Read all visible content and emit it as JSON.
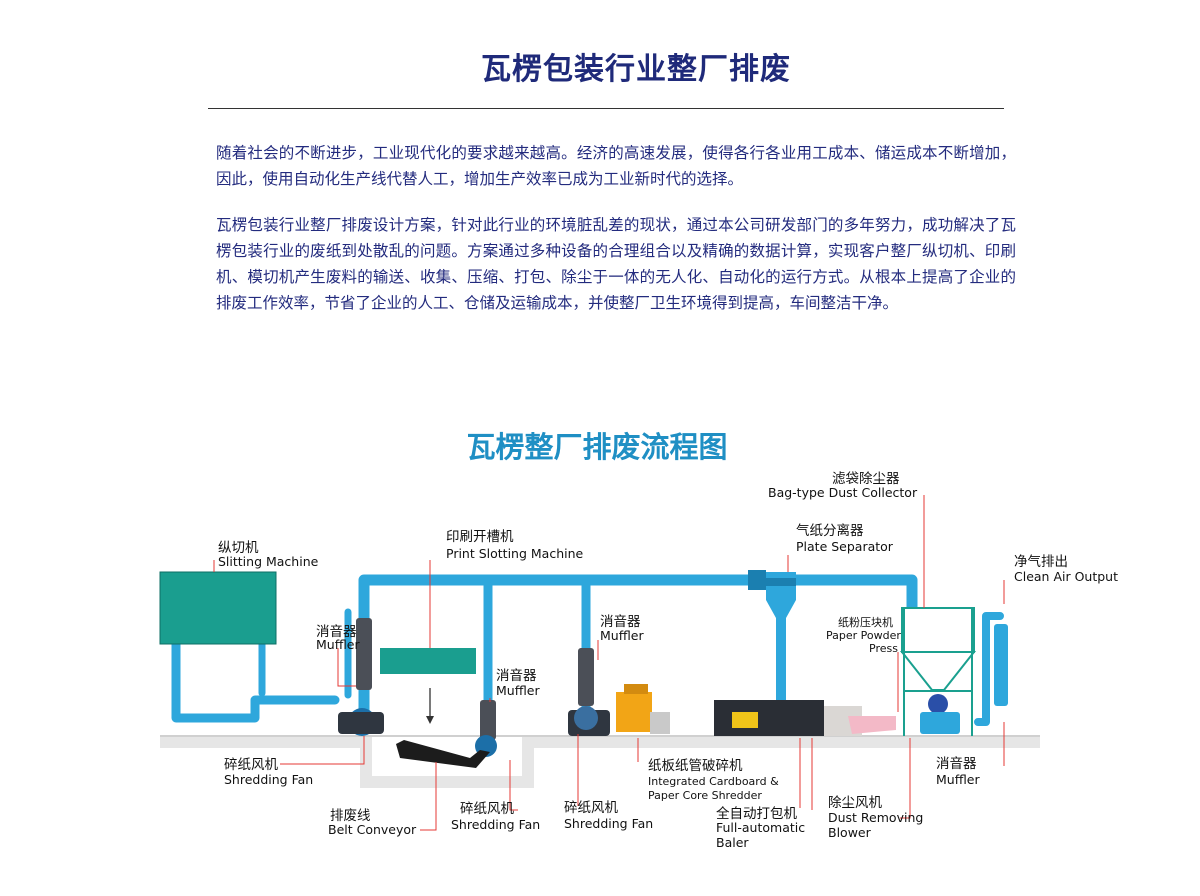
{
  "header": {
    "title": "瓦楞包装行业整厂排废"
  },
  "intro": {
    "paragraphs": [
      "随着社会的不断进步，工业现代化的要求越来越高。经济的高速发展，使得各行各业用工成本、储运成本不断增加，因此，使用自动化生产线代替人工，增加生产效率已成为工业新时代的选择。",
      "瓦楞包装行业整厂排废设计方案，针对此行业的环境脏乱差的现状，通过本公司研发部门的多年努力，成功解决了瓦楞包装行业的废纸到处散乱的问题。方案通过多种设备的合理组合以及精确的数据计算，实现客户整厂纵切机、印刷机、模切机产生废料的输送、收集、压缩、打包、除尘于一体的无人化、自动化的运行方式。从根本上提高了企业的排废工作效率，节省了企业的人工、仓储及运输成本，并使整厂卫生环境得到提高，车间整洁干净。"
    ]
  },
  "diagram": {
    "title": "瓦楞整厂排废流程图",
    "colors": {
      "pipe": "#2ea7dc",
      "pipe_dark": "#1b7fb0",
      "leader": "#e53935",
      "machine": "#1a9e8f",
      "floor": "#e6e6e6"
    },
    "labels": {
      "slitting_cn": "纵切机",
      "slitting_en": "Slitting Machine",
      "print_cn": "印刷开槽机",
      "print_en": "Print Slotting Machine",
      "plate_cn": "气纸分离器",
      "plate_en": "Plate Separator",
      "bag_cn": "滤袋除尘器",
      "bag_en": "Bag-type Dust Collector",
      "clean_cn": "净气排出",
      "clean_en": "Clean Air Output",
      "muffler1_cn": "消音器",
      "muffler1_en": "Muffler",
      "muffler2_cn": "消音器",
      "muffler2_en": "Muffler",
      "muffler3_cn": "消音器",
      "muffler3_en": "Muffler",
      "muffler4_cn": "消音器",
      "muffler4_en": "Muffler",
      "powder_cn": "纸粉压块机",
      "powder_en1": "Paper Powder",
      "powder_en2": "Press",
      "fan1_cn": "碎纸风机",
      "fan1_en": "Shredding Fan",
      "fan2_cn": "碎纸风机",
      "fan2_en": "Shredding Fan",
      "fan3_cn": "碎纸风机",
      "fan3_en": "Shredding Fan",
      "belt_cn": "排废线",
      "belt_en": "Belt Conveyor",
      "shredder_cn": "纸板纸管破碎机",
      "shredder_en1": "Integrated Cardboard &",
      "shredder_en2": "Paper Core Shredder",
      "baler_cn": "全自动打包机",
      "baler_en1": "Full-automatic",
      "baler_en2": "Baler",
      "blower_cn": "除尘风机",
      "blower_en1": "Dust Removing",
      "blower_en2": "Blower"
    }
  }
}
